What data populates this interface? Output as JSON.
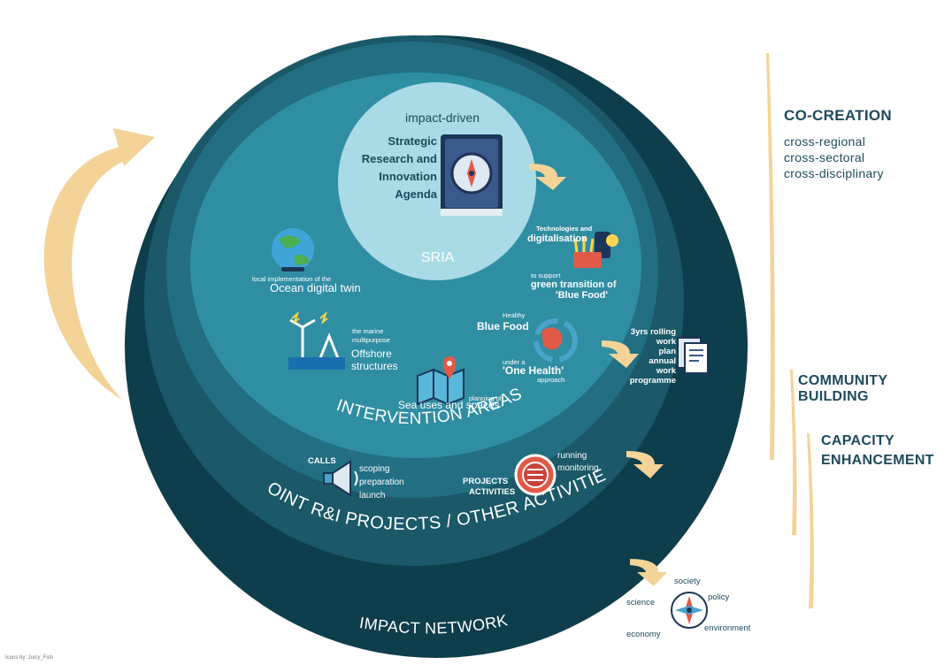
{
  "sria": {
    "tag": "impact-driven",
    "title_lines": [
      "Strategic",
      "Research and",
      "Innovation",
      "Agenda"
    ],
    "label": "SRIA"
  },
  "intervention": {
    "label": "INTERVENTION AREAS",
    "tech": {
      "small": "Technologies and",
      "main": "digitalisation"
    },
    "blue_food_transition": {
      "small": "to support",
      "main1": "green transition of",
      "main2": "'Blue Food'"
    },
    "digital_twin": {
      "small": "local implementation of the",
      "main": "Ocean digital twin"
    },
    "offshore": {
      "small1": "the marine",
      "small2": "multipurpose",
      "main1": "Offshore",
      "main2": "structures"
    },
    "blue_food_health": {
      "small1": "Healthy",
      "main1": "Blue Food",
      "small2": "under a",
      "main2": "'One Health'",
      "small3": "approach"
    },
    "sea_uses": {
      "small": "planning of",
      "main": "Sea uses and spaces"
    }
  },
  "work_plan": {
    "lines": [
      "3yrs rolling",
      "work",
      "plan",
      "annual",
      "work",
      "programme"
    ]
  },
  "joint": {
    "label": "JOINT R&I PROJECTS / OTHER ACTIVITIES",
    "calls": {
      "title": "CALLS",
      "steps": [
        "scoping",
        "preparation",
        "launch"
      ]
    },
    "projects": {
      "title1": "PROJECTS",
      "title2": "ACTIVITIES",
      "steps": [
        "running",
        "monitoring"
      ]
    }
  },
  "impact": {
    "label": "IMPACT NETWORK",
    "compass": {
      "north": "society",
      "ne": "policy",
      "west": "science",
      "sw": "economy",
      "se": "environment"
    }
  },
  "side": {
    "co_creation": {
      "title": "CO-CREATION",
      "items": [
        "cross-regional",
        "cross-sectoral",
        "cross-disciplinary"
      ]
    },
    "community": {
      "line1": "COMMUNITY",
      "line2": "BUILDING"
    },
    "capacity": {
      "line1": "CAPACITY",
      "line2": "ENHANCEMENT"
    }
  },
  "credit": "Icons by: Juicy_Fish",
  "colors": {
    "outer": "#0e3d4b",
    "ring2": "#1b5868",
    "ring3": "#226f82",
    "inner": "#2f8ea2",
    "sria": "#a8dbe6",
    "arrow": "#f4d398",
    "text_dark": "#1d4a5c"
  }
}
